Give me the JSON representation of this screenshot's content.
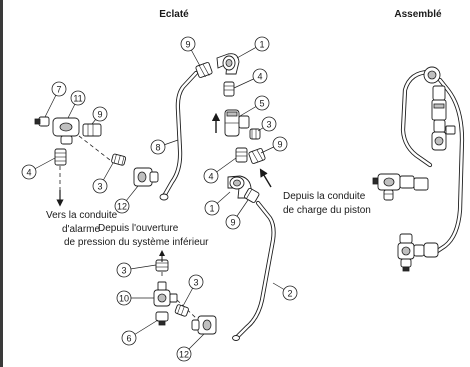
{
  "titles": {
    "exploded": "Eclaté",
    "assembled": "Assemblé"
  },
  "callouts": {
    "alarm_line": [
      "Vers la conduite",
      "d'alarme"
    ],
    "piston_charge": [
      "Depuis la conduite",
      "de charge du piston"
    ],
    "lower_system": [
      "Depuis l'ouverture",
      "de pression du système inférieur"
    ]
  },
  "part_numbers": {
    "top_elbow": "1",
    "top_nipple": "4",
    "tee_center": "5",
    "center_fitting": "3",
    "center_compression": "9",
    "center_nipple": "4",
    "center_elbow": "1",
    "center_lower_compression": "9",
    "top_compression": "9",
    "long_tube": "8",
    "lower_tube": "2",
    "left_plug": "7",
    "left_tee": "11",
    "left_compression": "9",
    "left_nipple": "4",
    "left_fitting": "3",
    "left_union": "12",
    "bottom_fitting_top": "3",
    "bottom_cross": "10",
    "bottom_fitting_right": "3",
    "bottom_plug": "6",
    "bottom_union": "12"
  },
  "colors": {
    "ink": "#1a1a1a",
    "background": "#ffffff",
    "shade": "#bfbfbf"
  }
}
